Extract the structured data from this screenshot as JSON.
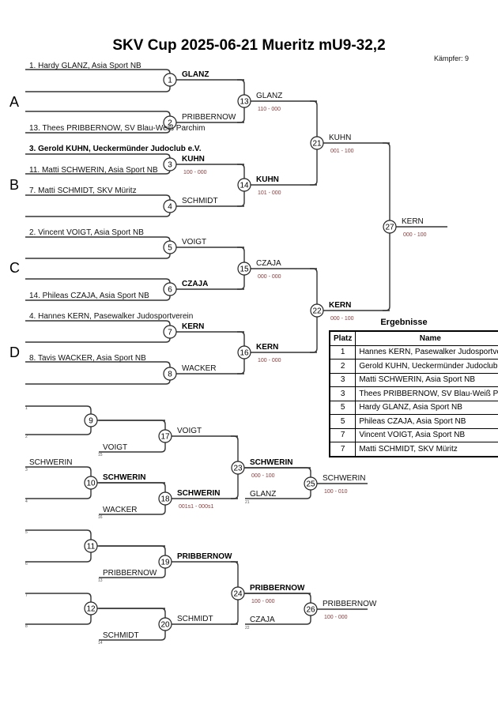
{
  "title": "SKV Cup  2025-06-21  Mueritz   mU9-32,2",
  "fighters_count": "Kämpfer: 9",
  "pools": [
    "A",
    "B",
    "C",
    "D"
  ],
  "entries": [
    "1. Hardy GLANZ, Asia Sport NB",
    "13. Thees PRIBBERNOW, SV Blau-Weiß Parchim",
    "3. Gerold KUHN, Ueckermünder Judoclub e.V.",
    "11. Matti SCHWERIN, Asia Sport NB",
    "7. Matti SCHMIDT, SKV Müritz",
    "2. Vincent VOIGT, Asia Sport NB",
    "14. Phileas CZAJA, Asia Sport NB",
    "4. Hannes KERN, Pasewalker Judosportverein",
    "8. Tavis WACKER, Asia Sport NB"
  ],
  "matches": {
    "1": {
      "number": "1",
      "winner": "GLANZ",
      "score": ""
    },
    "2": {
      "number": "2",
      "winner": "PRIBBERNOW",
      "score": ""
    },
    "3": {
      "number": "3",
      "winner": "KUHN",
      "score": "100 - 000"
    },
    "4": {
      "number": "4",
      "winner": "SCHMIDT",
      "score": ""
    },
    "5": {
      "number": "5",
      "winner": "VOIGT",
      "score": ""
    },
    "6": {
      "number": "6",
      "winner": "CZAJA",
      "score": ""
    },
    "7": {
      "number": "7",
      "winner": "KERN",
      "score": ""
    },
    "8": {
      "number": "8",
      "winner": "WACKER",
      "score": ""
    },
    "13": {
      "number": "13",
      "winner": "GLANZ",
      "score": "110 - 000"
    },
    "14": {
      "number": "14",
      "winner": "KUHN",
      "score": "101 - 000"
    },
    "15": {
      "number": "15",
      "winner": "CZAJA",
      "score": "000 - 000"
    },
    "16": {
      "number": "16",
      "winner": "KERN",
      "score": "100 - 000"
    },
    "21": {
      "number": "21",
      "winner": "KUHN",
      "score": "001 - 100"
    },
    "22": {
      "number": "22",
      "winner": "KERN",
      "score": "000 - 100"
    },
    "27": {
      "number": "27",
      "winner": "KERN",
      "score": "000 - 100"
    },
    "9": {
      "number": "9",
      "winner": "",
      "score": ""
    },
    "10": {
      "number": "10",
      "winner": "SCHWERIN",
      "score": ""
    },
    "11": {
      "number": "11",
      "winner": "",
      "score": ""
    },
    "12": {
      "number": "12",
      "winner": "",
      "score": ""
    },
    "17": {
      "number": "17",
      "winner": "VOIGT",
      "score": ""
    },
    "18": {
      "number": "18",
      "winner": "SCHWERIN",
      "score": "001s1 - 000s1"
    },
    "19": {
      "number": "19",
      "winner": "PRIBBERNOW",
      "score": ""
    },
    "20": {
      "number": "20",
      "winner": "SCHMIDT",
      "score": ""
    },
    "23": {
      "number": "23",
      "winner": "SCHWERIN",
      "score": "000 - 100"
    },
    "24": {
      "number": "24",
      "winner": "PRIBBERNOW",
      "score": "100 - 000"
    },
    "25": {
      "number": "25",
      "winner": "SCHWERIN",
      "score": "100 - 010"
    },
    "26": {
      "number": "26",
      "winner": "PRIBBERNOW",
      "score": "100 - 000"
    }
  },
  "repechage": {
    "entries": {
      "r3": "SCHWERIN",
      "r17b": "VOIGT",
      "r18b": "WACKER",
      "r19b": "PRIBBERNOW",
      "r20b": "SCHMIDT",
      "r25b": "GLANZ",
      "r26b": "CZAJA"
    },
    "refs": {
      "s1": "1",
      "s2": "2",
      "s3": "3",
      "s4": "4",
      "s5": "5",
      "s6": "6",
      "s7": "7",
      "s8": "8",
      "s15": "15",
      "s16": "16",
      "s13": "13",
      "s14": "14",
      "s21": "21",
      "s22": "22"
    }
  },
  "results": {
    "title": "Ergebnisse",
    "headers": [
      "Platz",
      "Name"
    ],
    "rows": [
      {
        "place": "1",
        "name": "Hannes KERN, Pasewalker Judosportverein"
      },
      {
        "place": "2",
        "name": "Gerold KUHN, Ueckermünder Judoclub e.V."
      },
      {
        "place": "3",
        "name": "Matti SCHWERIN, Asia Sport NB"
      },
      {
        "place": "3",
        "name": "Thees PRIBBERNOW, SV Blau-Weiß Parchim"
      },
      {
        "place": "5",
        "name": "Hardy GLANZ, Asia Sport NB"
      },
      {
        "place": "5",
        "name": "Phileas CZAJA, Asia Sport NB"
      },
      {
        "place": "7",
        "name": "Vincent VOIGT, Asia Sport NB"
      },
      {
        "place": "7",
        "name": "Matti SCHMIDT, SKV Müritz"
      }
    ]
  }
}
